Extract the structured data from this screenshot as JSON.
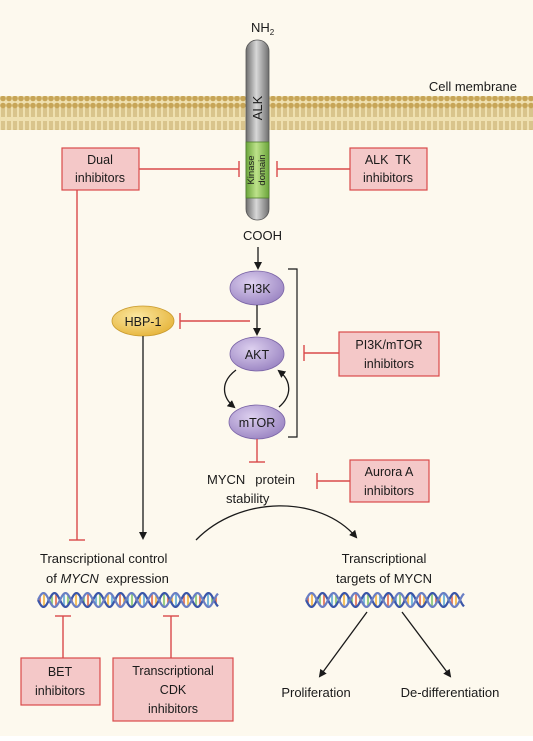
{
  "receptor": {
    "n_terminus": "NH",
    "n_terminus_sub": "2",
    "name": "ALK",
    "kinase_domain_line1": "Kinase",
    "kinase_domain_line2": "domain",
    "c_terminus": "COOH"
  },
  "membrane_label": "Cell membrane",
  "nodes": {
    "pi3k": "PI3K",
    "akt": "AKT",
    "mtor": "mTOR",
    "hbp1": "HBP-1"
  },
  "inhibitors": {
    "dual": [
      "Dual",
      "inhibitors"
    ],
    "alk_tk": [
      "ALK  TK",
      "inhibitors"
    ],
    "pi3k_mtor": [
      "PI3K/mTOR",
      "inhibitors"
    ],
    "aurora": [
      "Aurora A",
      "inhibitors"
    ],
    "bet": [
      "BET",
      "inhibitors"
    ],
    "cdk": [
      "Transcriptional",
      "CDK",
      "inhibitors"
    ]
  },
  "mycn_stability": {
    "line1_a": "MYCN",
    "line1_b": "protein",
    "line2": "stability"
  },
  "transcription_control": {
    "line1": "Transcriptional control",
    "line2_pre": "of ",
    "line2_italic": "MYCN",
    "line2_post": "  expression"
  },
  "transcription_targets": {
    "line1": "Transcriptional",
    "line2": "targets of MYCN"
  },
  "outcomes": {
    "proliferation": "Proliferation",
    "dedifferentiation": "De-differentiation"
  },
  "colors": {
    "background": "#fdf9ee",
    "inhibitor_fill": "#f4c8c8",
    "inhibitor_stroke": "#d94a4a",
    "inhibit_line": "#d94a4a",
    "node_purple": "#b8a4d4",
    "node_yellow": "#f3c84a",
    "receptor_grey": "#9a9a9a",
    "kinase_green": "#9ccc5a",
    "membrane": "#e7cf8f"
  }
}
